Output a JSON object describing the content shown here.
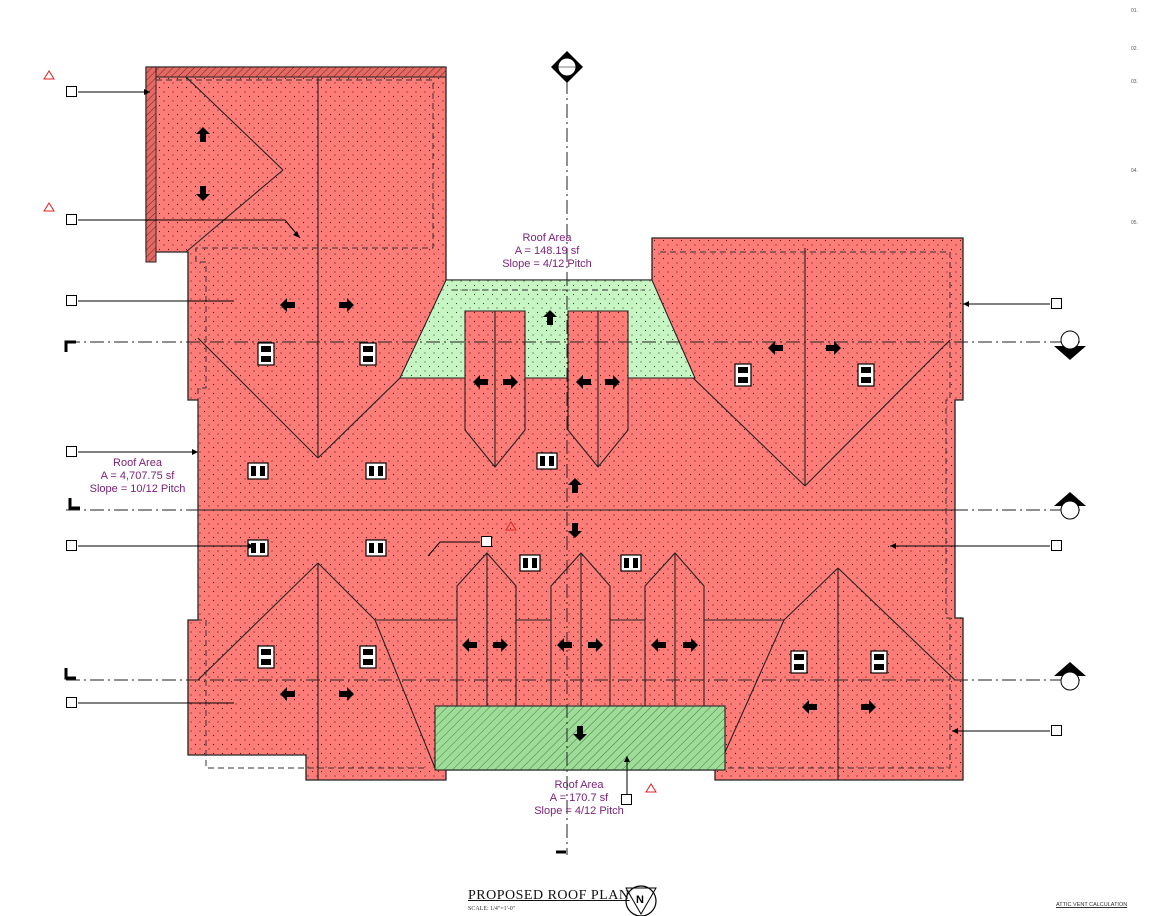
{
  "roof_areas": [
    {
      "label": "Roof Area",
      "area": "A = 4,707.75 sf",
      "slope": "Slope = 10/12 Pitch"
    },
    {
      "label": "Roof Area",
      "area": "A = 148.19 sf",
      "slope": "Slope = 4/12 Pitch"
    },
    {
      "label": "Roof Area",
      "area": "A = 170.7 sf",
      "slope": "Slope = 4/12 Pitch"
    }
  ],
  "title": "PROPOSED ROOF PLAN",
  "scale": "SCALE: 1/4\"=1'-0\"",
  "north_label": "N",
  "attic_note": "ATTIC VENT CALCULATION",
  "right_notes": [
    "01.",
    "02.",
    "03.",
    "04.",
    "05."
  ],
  "colors": {
    "roof_main": "#ff7d78",
    "roof_low_slope": "#c8f5c4",
    "hatch": "#6db26a",
    "outline": "#222222",
    "label": "#7a1f7a",
    "revision": "#e02020"
  }
}
